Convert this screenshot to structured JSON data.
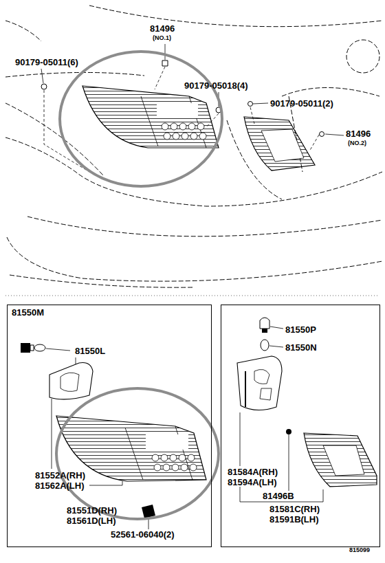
{
  "diagram": {
    "nodes": [
      {
        "text": [
          "81550M",
          "81550L",
          "81552A(RH)",
          "81562A(LH)",
          "81551D(RH)",
          "81561D(LH)",
          "52561-06040(2)"
        ]
      },
      {
        "text": [
          "81550P",
          "81550N",
          "81584A(RH)",
          "81594A(LH)",
          "81496B",
          "81581C(RH)",
          "81591B(LH)"
        ]
      }
    ],
    "labels": [
      "81496",
      "(NO.1)",
      "90179-05011(6)",
      "90179-05018(4)",
      "90179-05011(2)",
      "81496",
      "(NO.2)",
      "815099"
    ]
  }
}
